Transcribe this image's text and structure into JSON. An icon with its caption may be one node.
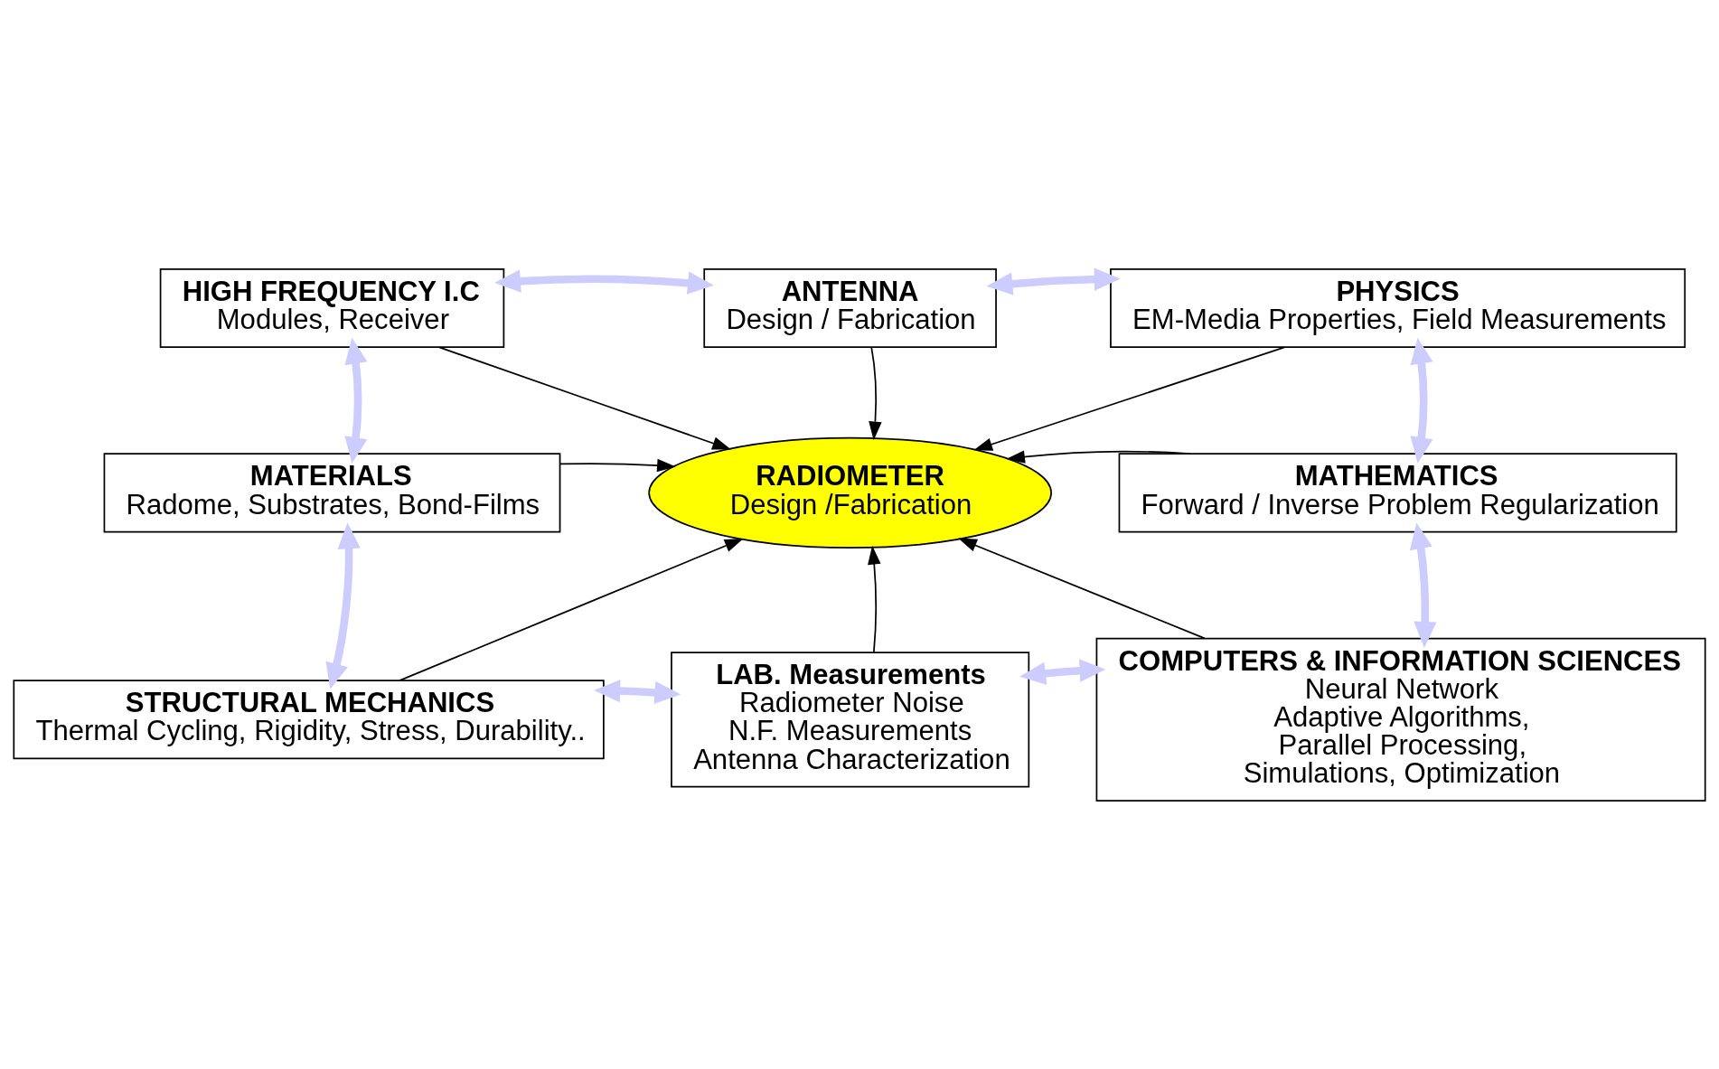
{
  "diagram": {
    "nodes": [
      {
        "text": [
          "HIGH FREQUENCY I.C",
          "Modules, Receiver"
        ]
      },
      {
        "text": [
          "ANTENNA",
          "Design / Fabrication"
        ]
      },
      {
        "text": [
          "PHYSICS",
          "EM-Media Properties, Field Measurements"
        ]
      },
      {
        "text": [
          "MATERIALS",
          "Radome, Substrates, Bond-Films"
        ]
      },
      {
        "text": [
          "RADIOMETER",
          "Design /Fabrication"
        ]
      },
      {
        "text": [
          "MATHEMATICS",
          "Forward / Inverse Problem Regularization"
        ]
      },
      {
        "text": [
          "STRUCTURAL MECHANICS",
          "Thermal Cycling, Rigidity, Stress, Durability.."
        ]
      },
      {
        "text": [
          "LAB. Measurements",
          "Radiometer Noise",
          "N.F. Measurements",
          "Antenna Characterization"
        ]
      },
      {
        "text": [
          "COMPUTERS & INFORMATION SCIENCES",
          "Neural Network",
          "Adaptive Algorithms,",
          "Parallel Processing,",
          "Simulations, Optimization"
        ]
      }
    ],
    "edges": [
      {
        "from": 0,
        "to": 4,
        "arrow": "to"
      },
      {
        "from": 1,
        "to": 4,
        "arrow": "to"
      },
      {
        "from": 2,
        "to": 4,
        "arrow": "to"
      },
      {
        "from": 3,
        "to": 4,
        "arrow": "to"
      },
      {
        "from": 5,
        "to": 4,
        "arrow": "to"
      },
      {
        "from": 6,
        "to": 4,
        "arrow": "to"
      },
      {
        "from": 7,
        "to": 4,
        "arrow": "to"
      },
      {
        "from": 8,
        "to": 4,
        "arrow": "to"
      },
      {
        "from": 0,
        "to": 1,
        "arrow": "both",
        "style": "thick",
        "color": "#ccccff"
      },
      {
        "from": 1,
        "to": 2,
        "arrow": "both",
        "style": "thick",
        "color": "#ccccff"
      },
      {
        "from": 0,
        "to": 3,
        "arrow": "both",
        "style": "thick",
        "color": "#ccccff"
      },
      {
        "from": 2,
        "to": 5,
        "arrow": "both",
        "style": "thick",
        "color": "#ccccff"
      },
      {
        "from": 3,
        "to": 6,
        "arrow": "both",
        "style": "thick",
        "color": "#ccccff"
      },
      {
        "from": 5,
        "to": 8,
        "arrow": "both",
        "style": "thick",
        "color": "#ccccff"
      },
      {
        "from": 6,
        "to": 7,
        "arrow": "both",
        "style": "thick",
        "color": "#ccccff"
      },
      {
        "from": 7,
        "to": 8,
        "arrow": "both",
        "style": "thick",
        "color": "#ccccff"
      }
    ]
  }
}
